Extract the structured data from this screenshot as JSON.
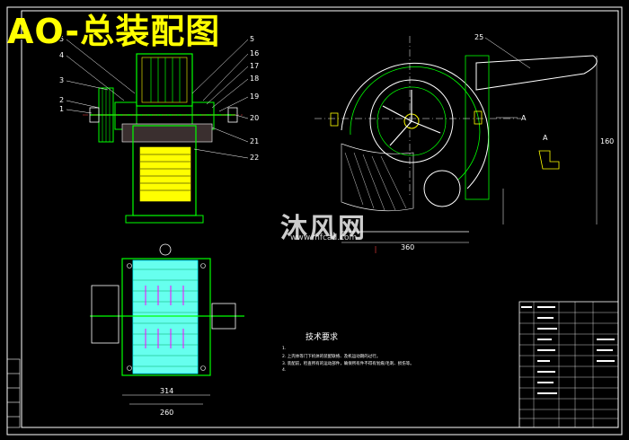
{
  "title": "AO-总装配图",
  "left_callouts": [
    "5",
    "4",
    "3",
    "2",
    "1"
  ],
  "right_callouts": [
    "5",
    "16",
    "17",
    "18",
    "19",
    "20",
    "21",
    "22"
  ],
  "top_callout": "1",
  "side_view_callout": "25",
  "dimension_labels": {
    "front_bottom": "360",
    "right_height": "160",
    "bottom_lower": "260",
    "bottom_upper": "314",
    "section_a1": "A",
    "section_a2": "A"
  },
  "technical_requirements": {
    "heading": "技术要求",
    "items": [
      "1.",
      "2. 上壳体等门下机体的装配联络、及机运动期的过行。",
      "3. 装配前，检查所有的运动部件，确保所有件不得有划痕/毛刺、损伤等。",
      "4."
    ]
  },
  "watermark": {
    "text": "沐风网",
    "url": "www.mfcad.com"
  },
  "colors": {
    "background": "#000000",
    "line": "#00ff00",
    "highlight": "#ffff00",
    "title": "#ffff00",
    "text": "#ffffff",
    "hatch": "#ff00ff"
  }
}
